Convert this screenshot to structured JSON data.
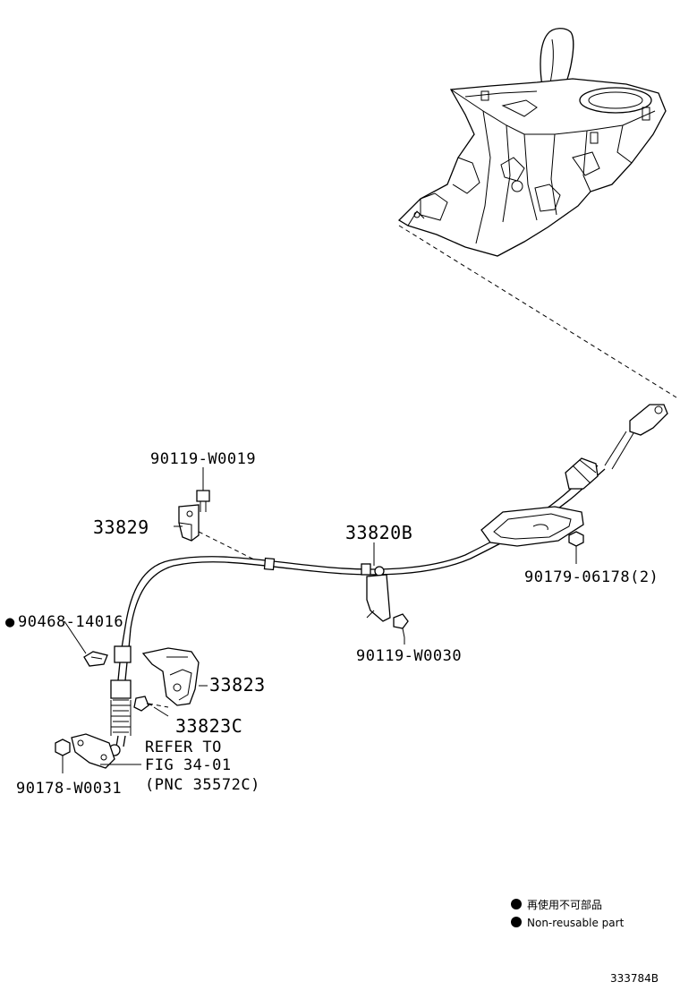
{
  "parts": {
    "p90119_w0019": "90119-W0019",
    "p33829": "33829",
    "p33820b": "33820B",
    "p90179_06178": "90179-06178(2)",
    "p90468_14016": "90468-14016",
    "p90119_w0030": "90119-W0030",
    "p33823": "33823",
    "p33823c": "33823C",
    "p90178_w0031": "90178-W0031"
  },
  "refer": {
    "line1": "REFER TO",
    "line2": "FIG 34-01",
    "line3": "(PNC 35572C)"
  },
  "legend": {
    "jp": "再使用不可部品",
    "en": "Non-reusable part"
  },
  "figure_code": "333784B",
  "non_reusable_marker": "●"
}
